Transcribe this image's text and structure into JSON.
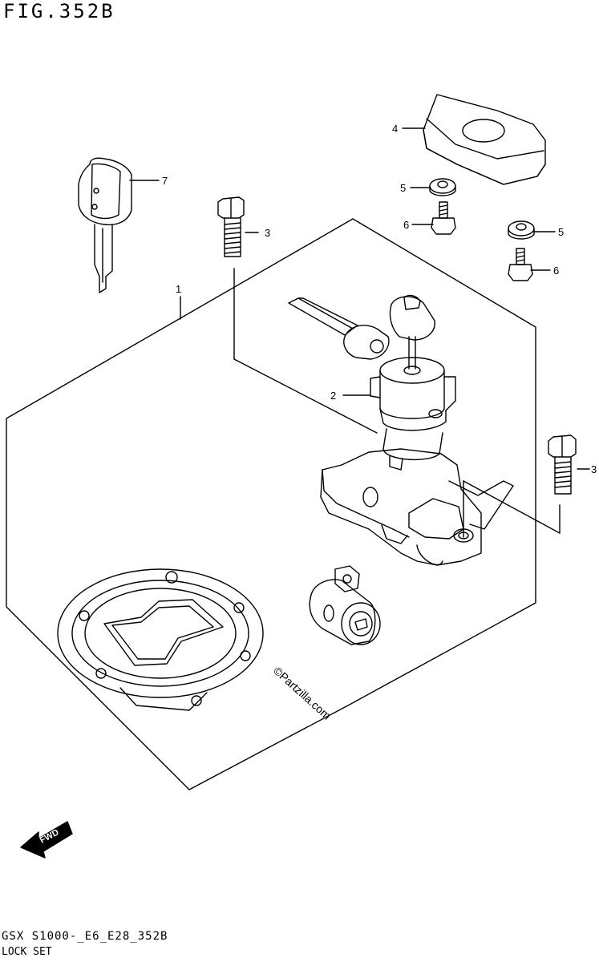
{
  "figure": {
    "title": "FIG.352B",
    "code": "GSX S1000-_E6_E28_352B",
    "name": "LOCK SET",
    "watermark": "©Partzilla.com",
    "fwd_label": "FWD"
  },
  "callouts": [
    {
      "id": "c1",
      "label": "1"
    },
    {
      "id": "c2",
      "label": "2"
    },
    {
      "id": "c3a",
      "label": "3"
    },
    {
      "id": "c3b",
      "label": "3"
    },
    {
      "id": "c4",
      "label": "4"
    },
    {
      "id": "c5a",
      "label": "5"
    },
    {
      "id": "c5b",
      "label": "5"
    },
    {
      "id": "c6a",
      "label": "6"
    },
    {
      "id": "c6b",
      "label": "6"
    },
    {
      "id": "c7",
      "label": "7"
    }
  ]
}
